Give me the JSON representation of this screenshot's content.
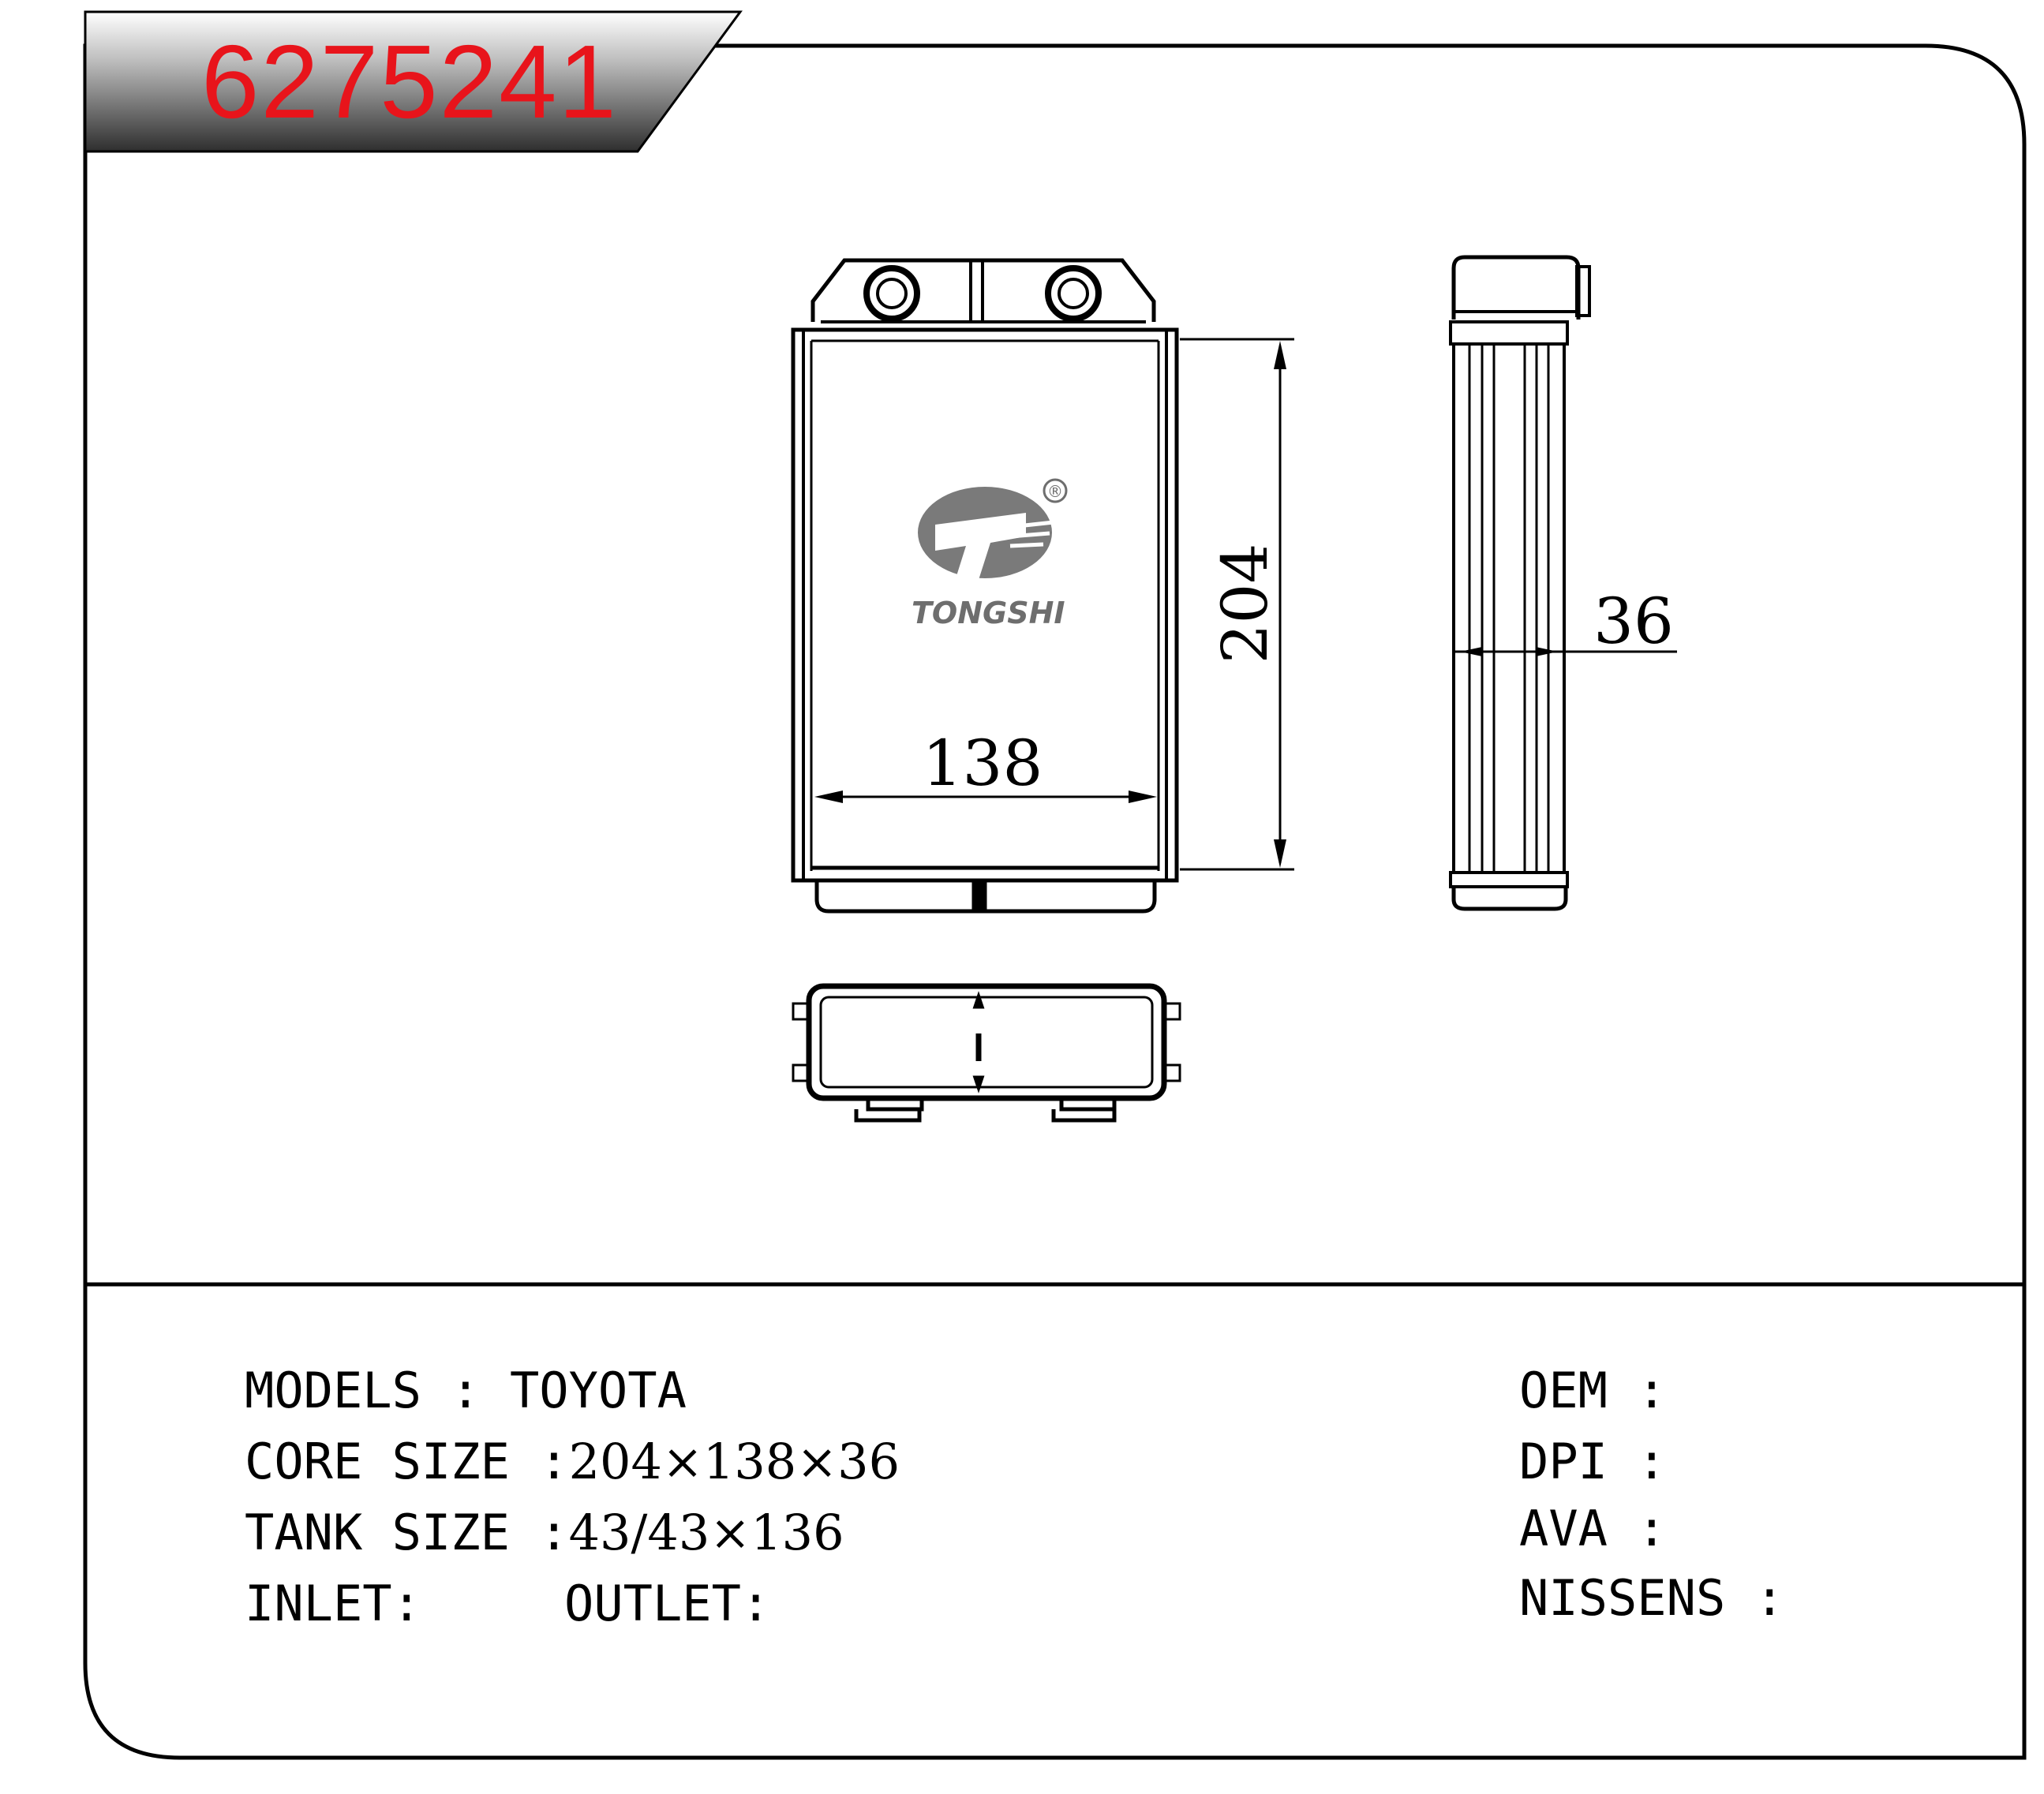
{
  "part_number": "6275241",
  "brand_logo": {
    "text": "TONGSHI",
    "mark": "®"
  },
  "dimensions": {
    "height": "204",
    "width": "138",
    "depth": "36"
  },
  "specs": {
    "models": {
      "label": "MODELS : ",
      "value": "TOYOTA"
    },
    "core_size": {
      "label": "CORE SIZE :",
      "value": "204×138×36"
    },
    "tank_size": {
      "label": "TANK SIZE :",
      "value": "43/43×136"
    },
    "inlet": {
      "label": "INLET:",
      "value": ""
    },
    "outlet": {
      "label": "OUTLET:",
      "value": ""
    }
  },
  "references": {
    "oem": {
      "label": "OEM :",
      "value": ""
    },
    "dpi": {
      "label": "DPI :",
      "value": ""
    },
    "ava": {
      "label": "AVA :",
      "value": ""
    },
    "nissens": {
      "label": "NISSENS :",
      "value": ""
    }
  },
  "colors": {
    "title": "#e8141b",
    "line": "#000000",
    "banner": "#3a3a3a",
    "logo": "#6e6e6e"
  }
}
